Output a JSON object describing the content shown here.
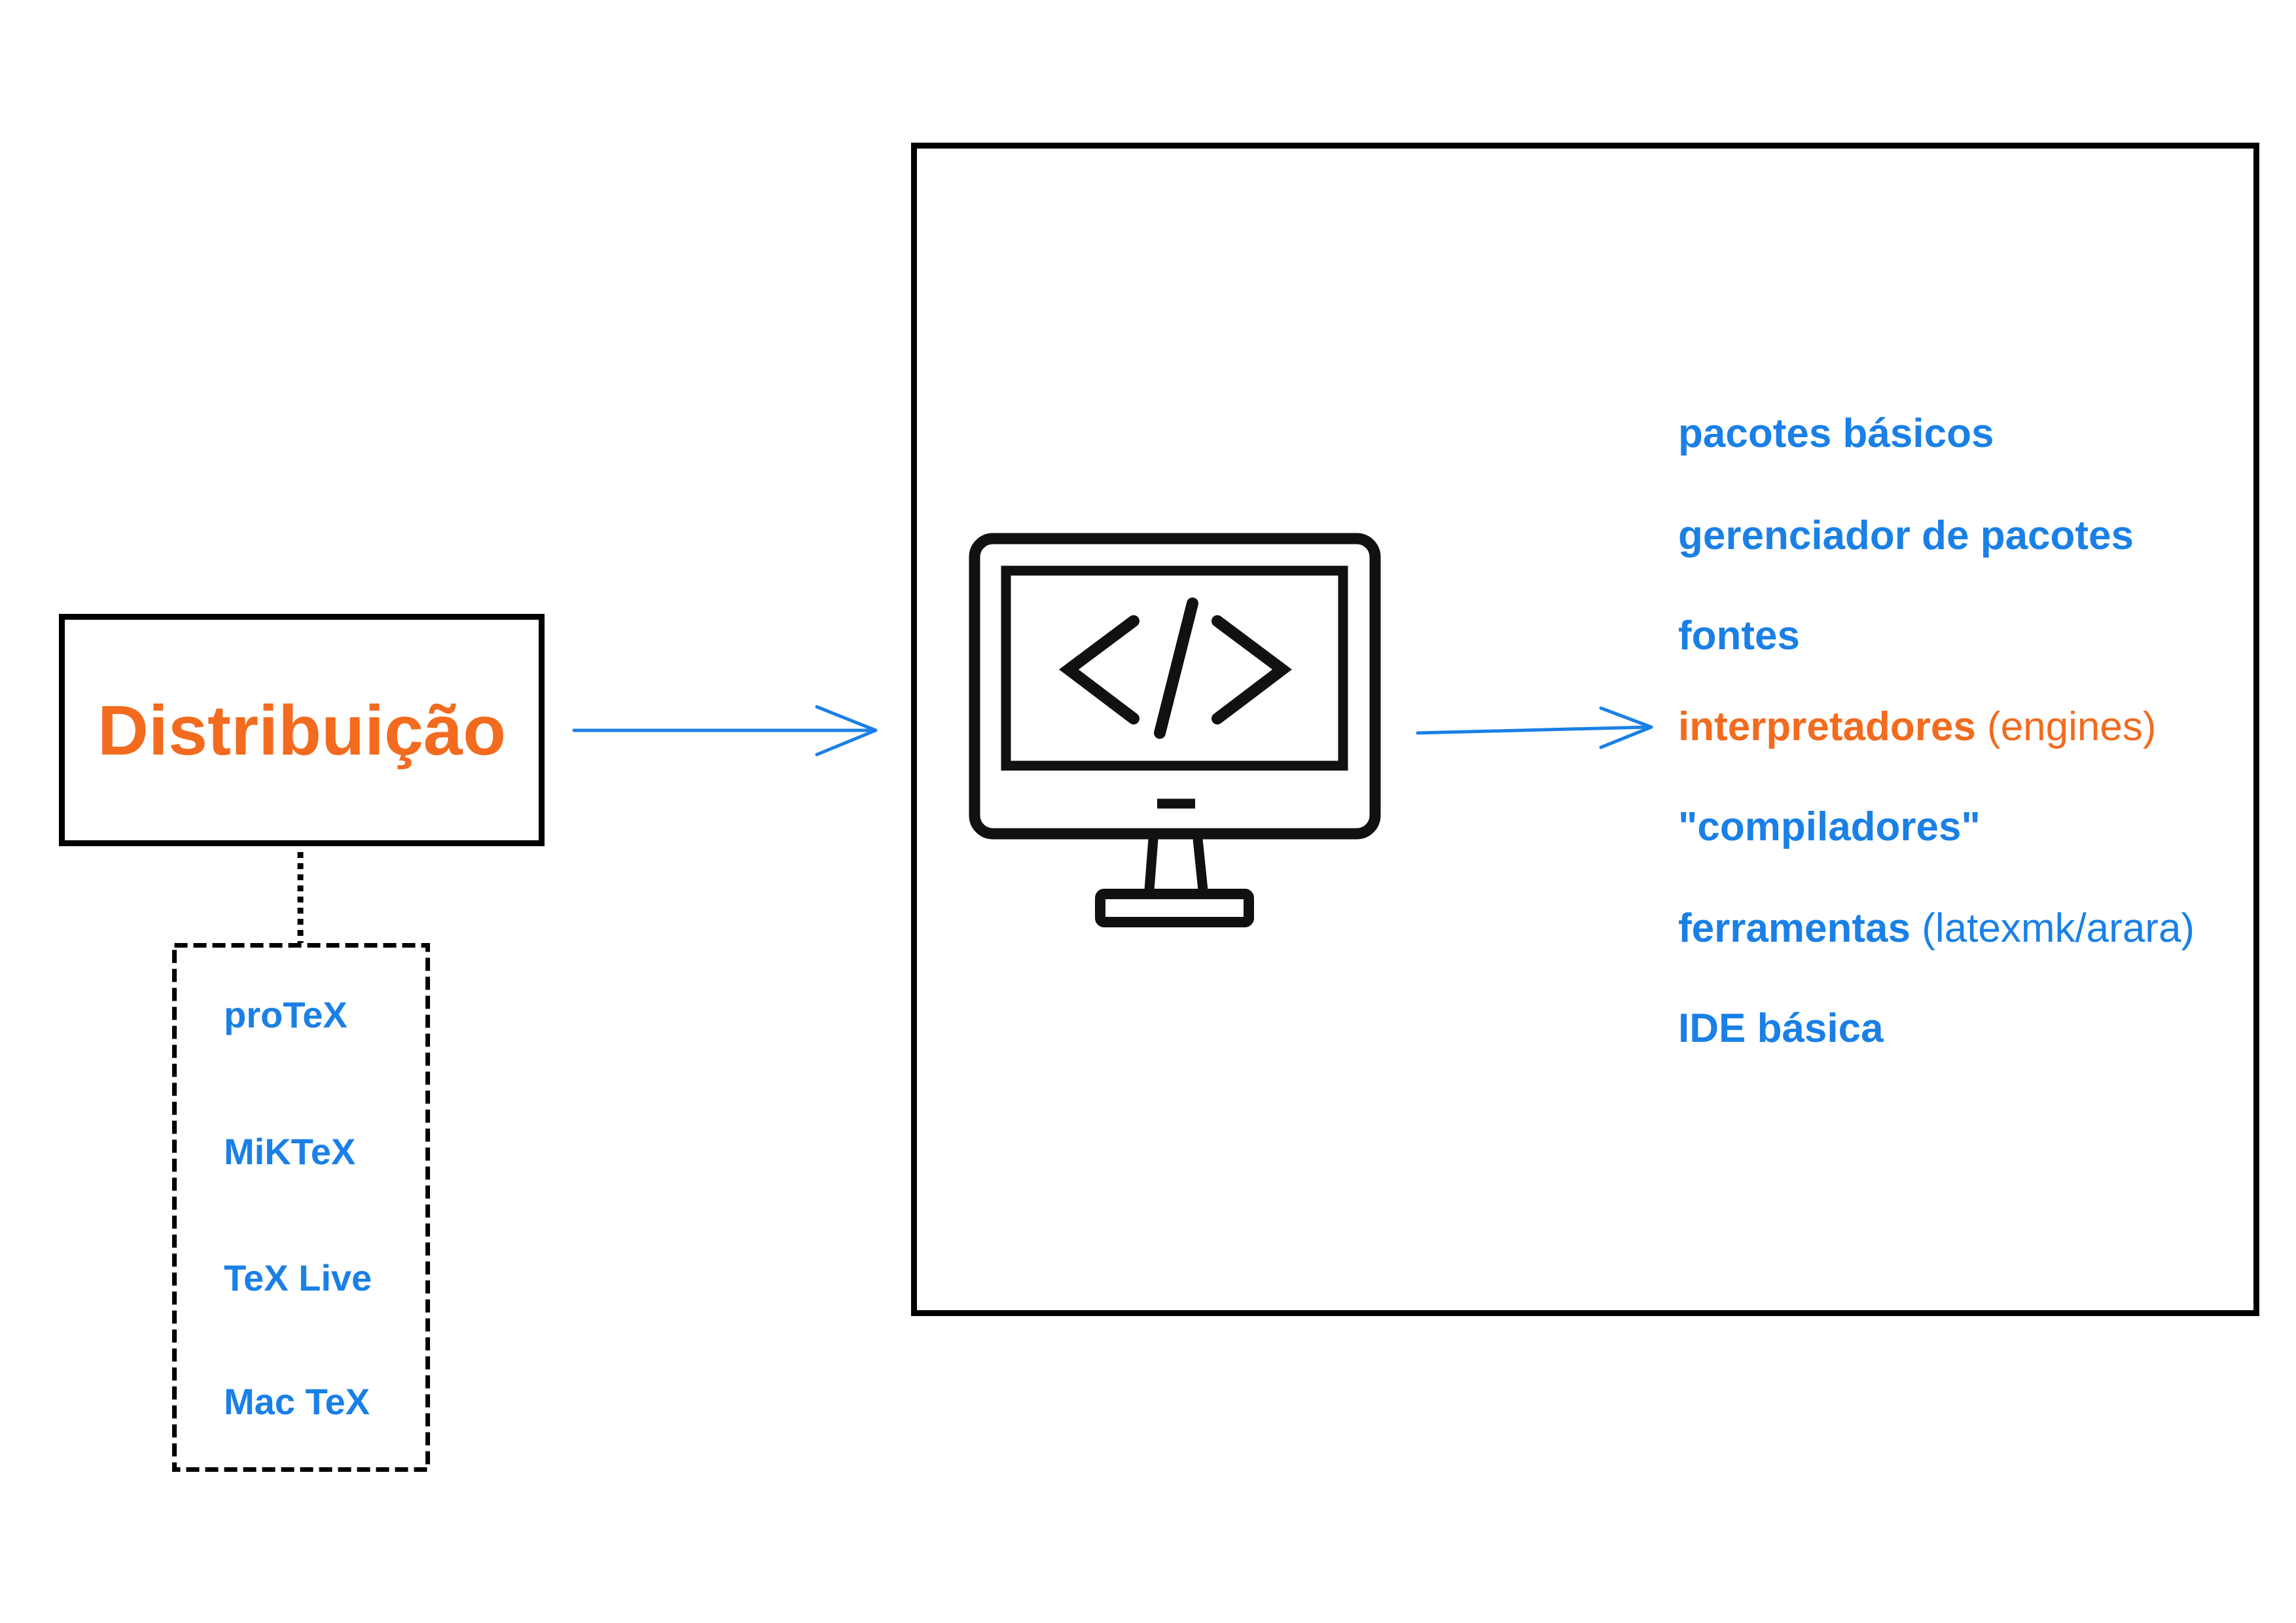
{
  "colors": {
    "text": "#1a80e6",
    "highlight": "#f26b1e",
    "outline": "#000000",
    "arrow": "#1a80e6",
    "icon": "#111111",
    "background": "#ffffff"
  },
  "distribution": {
    "title": "Distribuição",
    "examples": [
      "proTeX",
      "MiKTeX",
      "TeX Live",
      "Mac TeX"
    ]
  },
  "system": {
    "icon": "computer-code-icon",
    "components": [
      {
        "label": "pacotes básicos"
      },
      {
        "label": "gerenciador de pacotes"
      },
      {
        "label": "fontes"
      },
      {
        "label": "interpretadores",
        "note": "(engines)",
        "highlighted": true
      },
      {
        "label": "\"compiladores\""
      },
      {
        "label": "ferramentas",
        "note": "(latexmk/arara)"
      },
      {
        "label": "IDE básica"
      }
    ]
  }
}
